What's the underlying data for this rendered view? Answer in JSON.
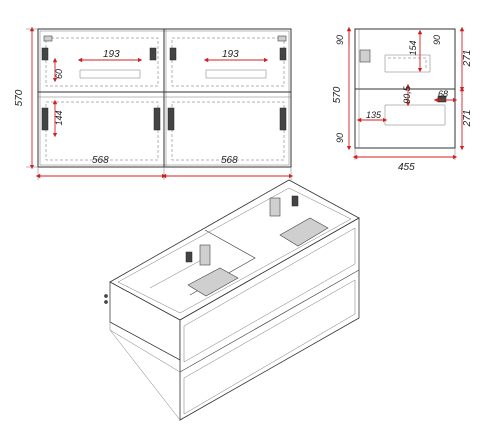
{
  "front_view": {
    "height_label": "570",
    "left_width_label": "568",
    "right_width_label": "568",
    "left_hinge_gap_label": "193",
    "right_hinge_gap_label": "193",
    "top_offset_label": "60",
    "bottom_offset_label": "144"
  },
  "side_view": {
    "height_label": "570",
    "depth_label": "455",
    "top_gap_label": "90",
    "bottom_gap_label": "90",
    "top_right_gap_label": "90",
    "siphon_height_label": "154",
    "shelf_label": "90,5",
    "drawer_top_label": "271",
    "drawer_bottom_label": "271",
    "side_offset_label": "68",
    "inner_depth_label": "135"
  },
  "colors": {
    "dimension": "#d21f1f",
    "outline": "#333333"
  }
}
